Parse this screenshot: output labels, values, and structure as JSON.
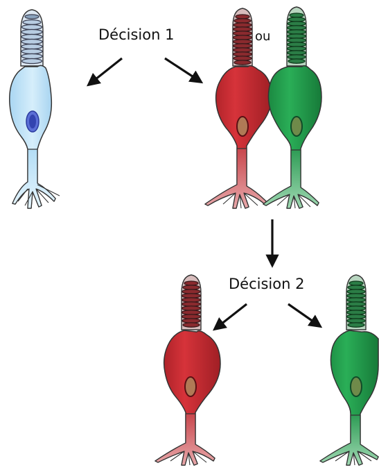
{
  "labels": {
    "decision1": "Décision 1",
    "or": "ou",
    "decision2": "Décision 2"
  },
  "cells": [
    {
      "name": "blue-photoreceptor",
      "type": "rod",
      "fill": "#bfe3f7",
      "outer": "#c8d9e8",
      "nucleus": "#2f4fb8",
      "nucleus_fill": "#5b6fd6"
    },
    {
      "name": "red-cone-top",
      "type": "cone",
      "fill": "#c0272d",
      "outer": "#8e1c22",
      "nucleus": "#6e1519",
      "nucleus_fill": "#b07a56"
    },
    {
      "name": "green-cone-top",
      "type": "cone",
      "fill": "#1f9a4b",
      "outer": "#1b6b39",
      "nucleus": "#114b28",
      "nucleus_fill": "#6f8a4a"
    },
    {
      "name": "red-cone-bottom",
      "type": "cone",
      "fill": "#c0272d",
      "outer": "#8e1c22",
      "nucleus": "#6e1519",
      "nucleus_fill": "#b07a56"
    },
    {
      "name": "green-cone-bottom",
      "type": "cone",
      "fill": "#1f9a4b",
      "outer": "#1b6b39",
      "nucleus": "#114b28",
      "nucleus_fill": "#6f8a4a"
    }
  ],
  "arrows": [
    {
      "name": "arrow-to-blue"
    },
    {
      "name": "arrow-to-cones"
    },
    {
      "name": "arrow-down"
    },
    {
      "name": "arrow-to-red"
    },
    {
      "name": "arrow-to-green"
    }
  ]
}
